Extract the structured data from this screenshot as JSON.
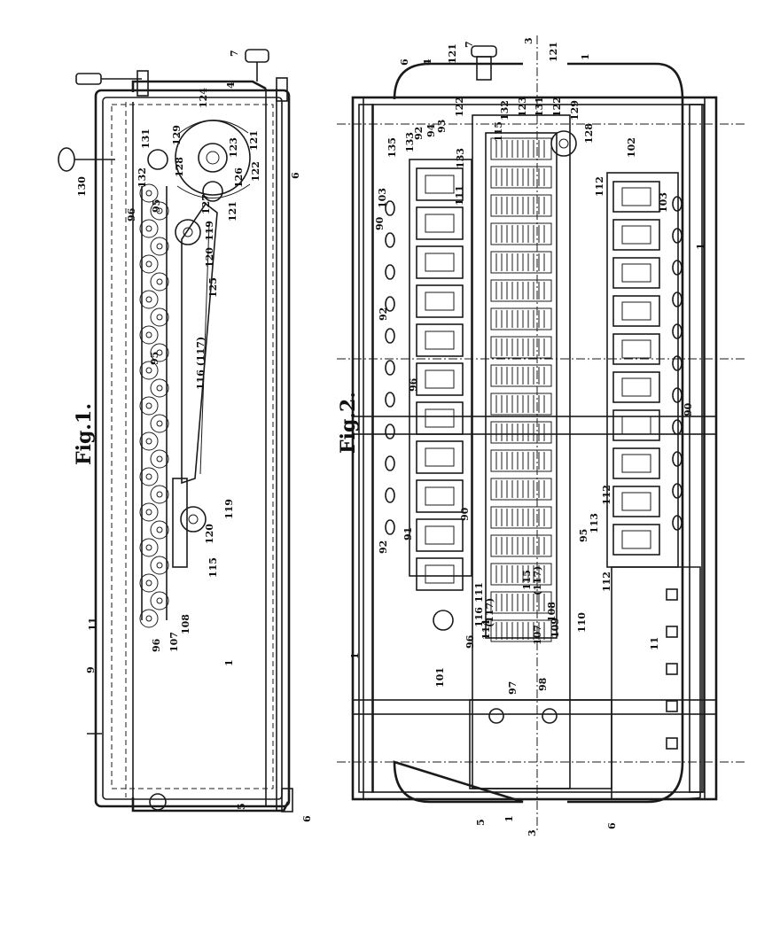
{
  "figures": [
    {
      "id": "fig1",
      "title": "Fig.1.",
      "labels": [
        "7",
        "4",
        "124",
        "131",
        "129",
        "123",
        "121",
        "122",
        "6",
        "130",
        "128",
        "126",
        "127",
        "132",
        "95",
        "96",
        "121",
        "119",
        "120",
        "125",
        "95",
        "116 (117)",
        "119",
        "120",
        "115",
        "108",
        "11",
        "9",
        "96",
        "107",
        "1",
        "5",
        "6"
      ]
    },
    {
      "id": "fig2",
      "title": "Fig.2.",
      "labels": [
        "6",
        "4",
        "121",
        "7",
        "3",
        "121",
        "1",
        "122",
        "132",
        "123",
        "131",
        "122",
        "129",
        "128",
        "115",
        "102",
        "135",
        "133",
        "92",
        "94",
        "93",
        "133",
        "103",
        "111",
        "112",
        "103",
        "90",
        "1",
        "92",
        "96",
        "90",
        "92",
        "91",
        "90",
        "95",
        "113",
        "112",
        "112",
        "110",
        "111",
        "116",
        "(117)",
        "115",
        "(117)",
        "108",
        "96",
        "114",
        "107",
        "109",
        "1",
        "101",
        "97",
        "98",
        "11",
        "5",
        "1",
        "3",
        "6"
      ]
    }
  ]
}
